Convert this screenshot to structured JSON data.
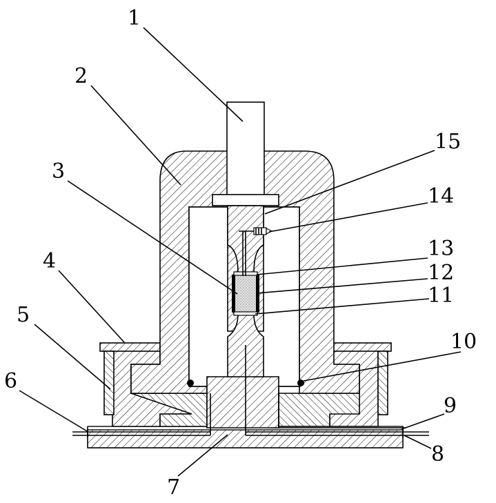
{
  "labels": {
    "l1": "1",
    "l2": "2",
    "l3": "3",
    "l4": "4",
    "l5": "5",
    "l6": "6",
    "l7": "7",
    "l8": "8",
    "l9": "9",
    "l10": "10",
    "l11": "11",
    "l12": "12",
    "l13": "13",
    "l14": "14",
    "l15": "15"
  },
  "colors": {
    "line": "#000000",
    "background": "#ffffff",
    "sample_fill": "#d9d9d9"
  }
}
